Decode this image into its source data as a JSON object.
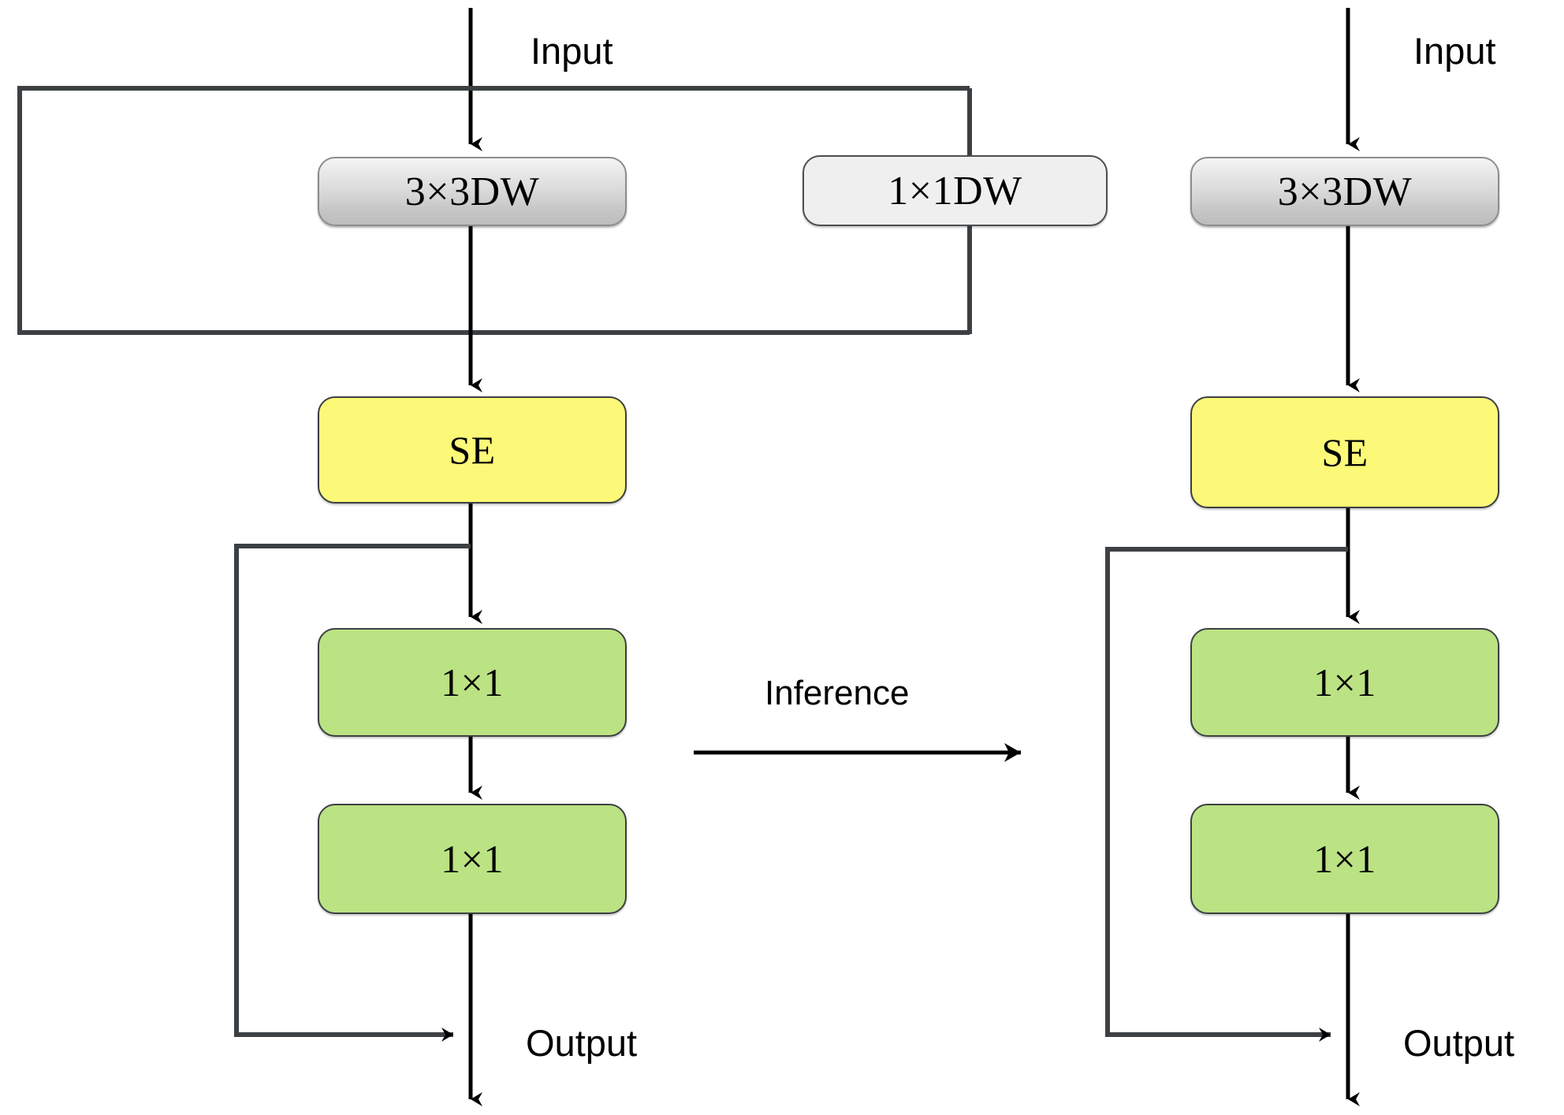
{
  "figure": {
    "type": "neural-network-block-diagram",
    "title": "",
    "background": "#ffffff"
  },
  "colors": {
    "grey_box_fill": "#d8d8d8",
    "grey_box_border": "#8d8d8d",
    "white_box_fill": "#efefef",
    "white_box_border": "#4b4f52",
    "se_fill": "#fcf878",
    "se_border": "#3c4043",
    "conv_fill": "#bbe283",
    "conv_border": "#3c4043",
    "wire": "#3c4043",
    "arrow": "#000000",
    "text": "#000000"
  },
  "left_branch": {
    "name": "training-time-block",
    "input_label": "Input",
    "output_label": "Output",
    "nodes": [
      {
        "id": "dw3x3",
        "label": "3×3DW",
        "style": "grey"
      },
      {
        "id": "dw1x1",
        "label": "1×1DW",
        "style": "white"
      },
      {
        "id": "se",
        "label": "SE",
        "style": "yellow"
      },
      {
        "id": "pw1",
        "label": "1×1",
        "style": "green"
      },
      {
        "id": "pw2",
        "label": "1×1",
        "style": "green"
      }
    ],
    "skip_connections": [
      {
        "id": "identity-around-dw",
        "from": "Input",
        "to": "SE input"
      },
      {
        "id": "identity-around-pw",
        "from": "SE output",
        "to": "Output"
      }
    ]
  },
  "transition": {
    "name": "inference-transition",
    "label": "Inference",
    "arrow": "right-arrow"
  },
  "right_branch": {
    "name": "inference-time-block",
    "input_label": "Input",
    "output_label": "Output",
    "nodes": [
      {
        "id": "dw3x3",
        "label": "3×3DW",
        "style": "grey"
      },
      {
        "id": "se",
        "label": "SE",
        "style": "yellow"
      },
      {
        "id": "pw1",
        "label": "1×1",
        "style": "green"
      },
      {
        "id": "pw2",
        "label": "1×1",
        "style": "green"
      }
    ],
    "skip_connections": [
      {
        "id": "identity-around-pw",
        "from": "SE output",
        "to": "Output"
      }
    ]
  }
}
